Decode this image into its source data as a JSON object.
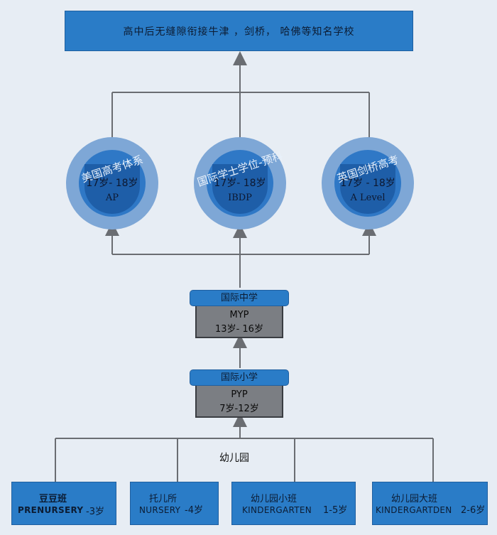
{
  "top": {
    "text": "高中后无缝隙衔接牛津 ，剑桥， 哈佛等知名学校"
  },
  "programs": [
    {
      "title": "美国高考体系",
      "age": "17岁- 18岁",
      "code": "AP"
    },
    {
      "title": "国际学士学位-预科",
      "age": "17岁- 18岁",
      "code": "IBDP"
    },
    {
      "title": "英国剑桥高考",
      "age": "17岁 - 18岁",
      "code": "A  Level"
    }
  ],
  "middle_school": {
    "title": "国际中学",
    "code": "MYP",
    "age": "13岁- 16岁"
  },
  "primary_school": {
    "title": "国际小学",
    "code": "PYP",
    "age": "7岁-12岁"
  },
  "kindergarten": {
    "label": "幼儿园",
    "classes": [
      {
        "cn": "豆豆班",
        "en": "PRENURSERY",
        "age": "-3岁"
      },
      {
        "cn": "托儿所",
        "en": "NURSERY",
        "age": "-4岁"
      },
      {
        "cn": "幼儿园小班",
        "en": "KINDERGARTEN",
        "age": "1-5岁"
      },
      {
        "cn": "幼儿园大班",
        "en": "KINDERGARTDEN",
        "age": "2-6岁"
      }
    ]
  }
}
